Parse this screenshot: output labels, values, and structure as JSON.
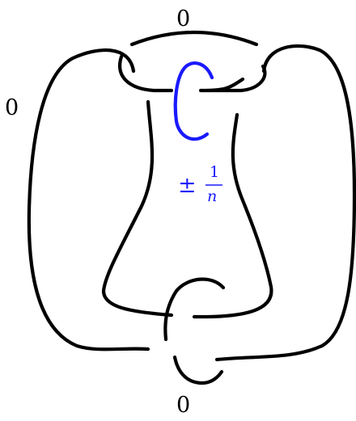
{
  "labels": {
    "top_framing": "0",
    "left_framing": "0",
    "bottom_framing": "0",
    "surgery_sign": "±",
    "surgery_numerator": "1",
    "surgery_denominator": "n"
  },
  "colors": {
    "link": "#000000",
    "surgery_curve": "#1a1aff",
    "background": "#ffffff"
  }
}
